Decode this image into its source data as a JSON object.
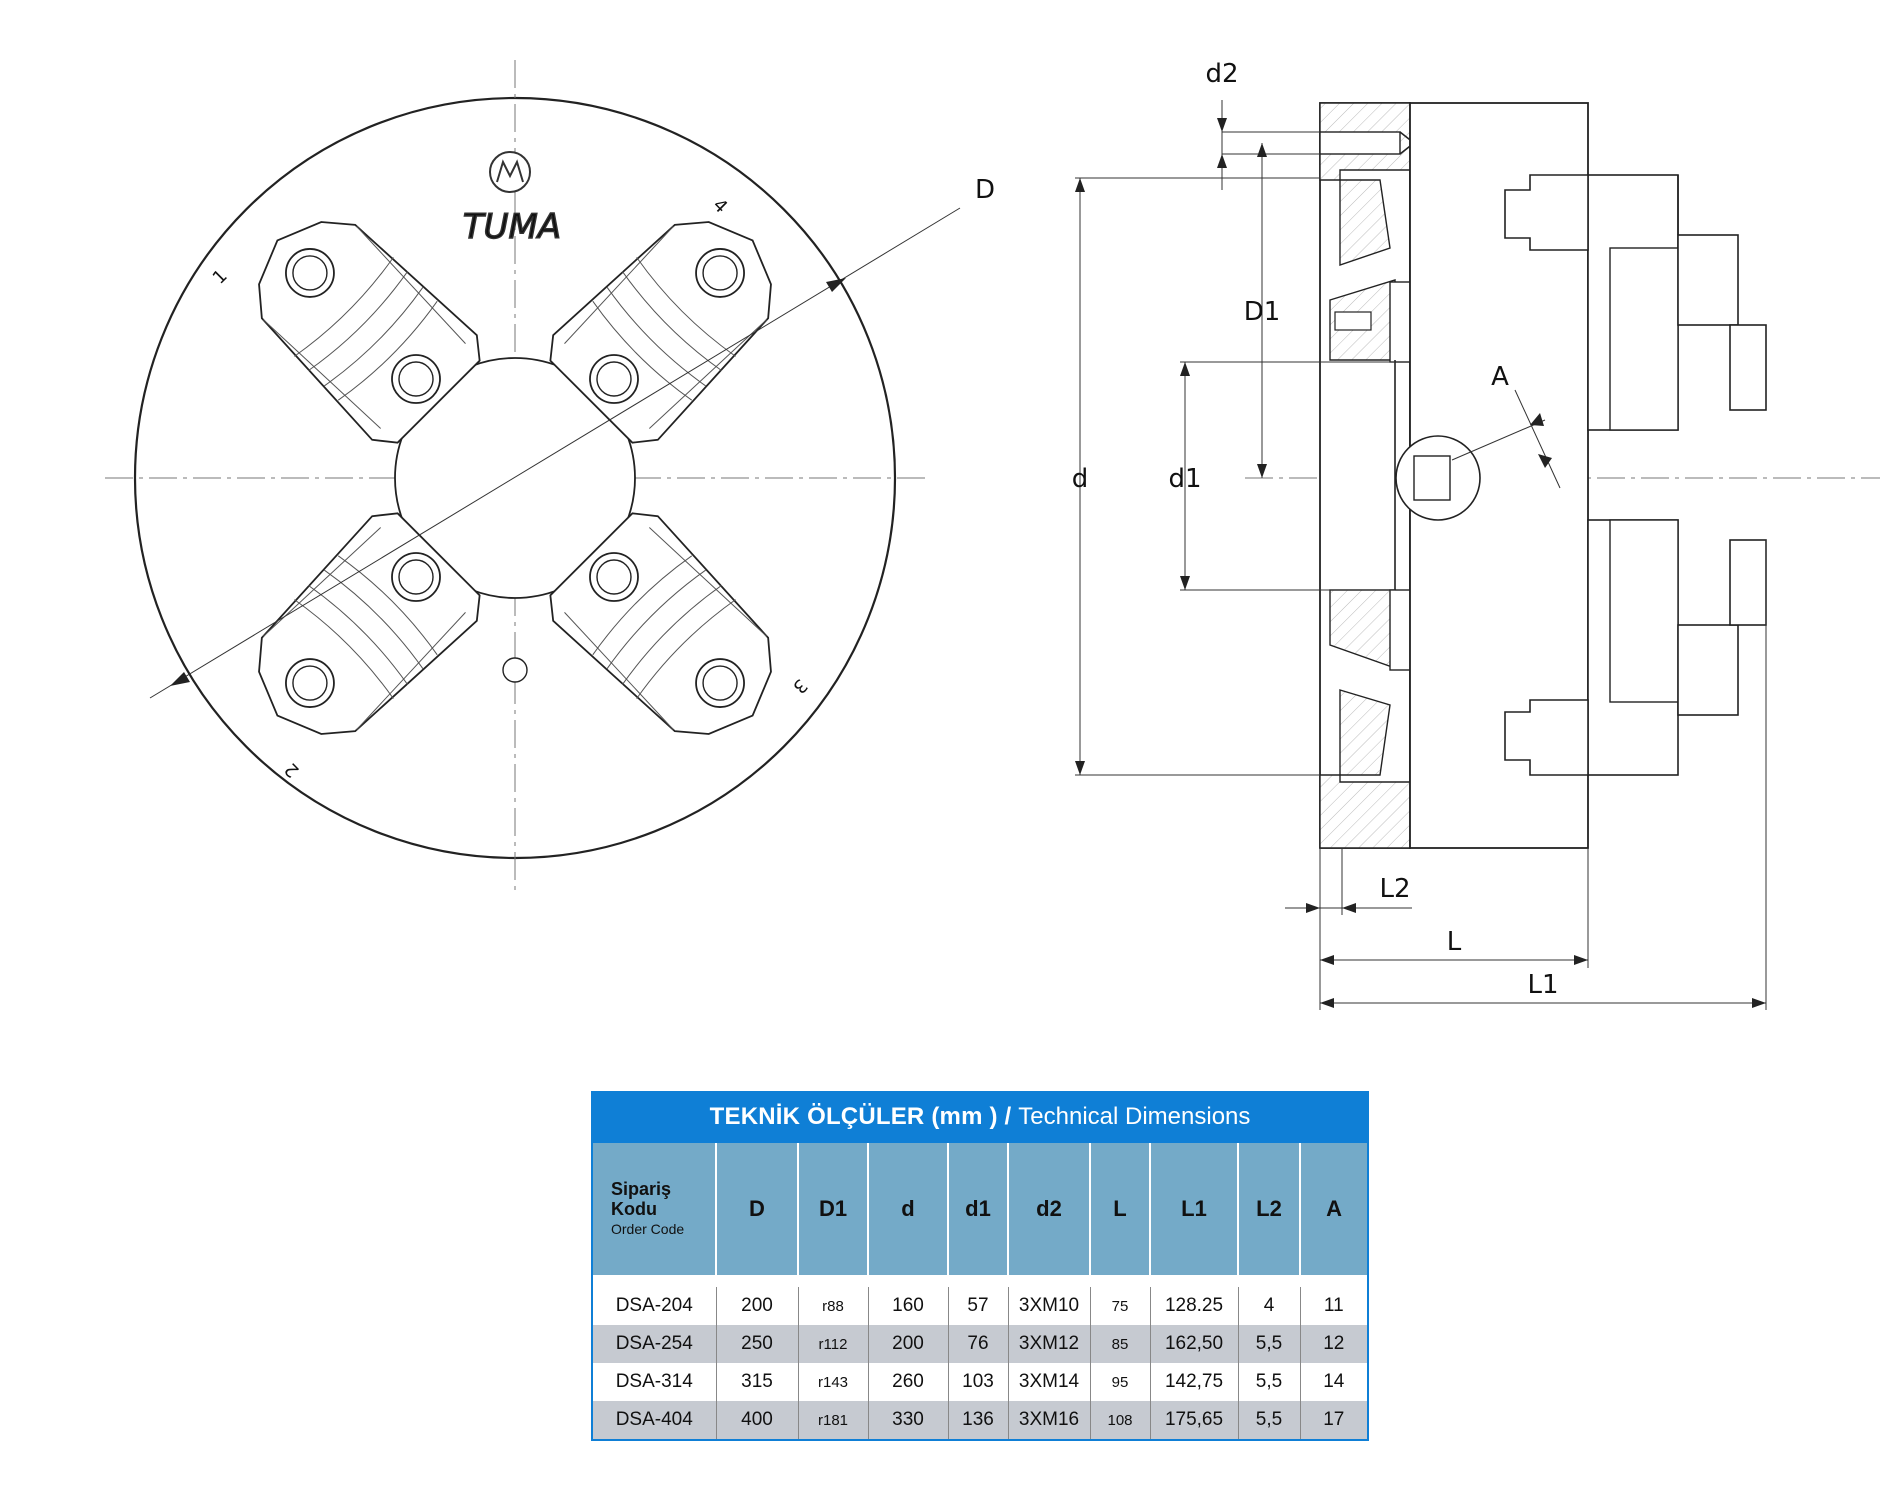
{
  "drawing": {
    "logo_text": "TUMA",
    "jaw_numbers": [
      "1",
      "2",
      "3",
      "4"
    ],
    "dimension_labels": {
      "D": "D",
      "D1": "D1",
      "d": "d",
      "d1": "d1",
      "d2": "d2",
      "A": "A",
      "L": "L",
      "L1": "L1",
      "L2": "L2"
    }
  },
  "table": {
    "title_tr": "TEKNİK ÖLÇÜLER (mm )",
    "title_sep": " / ",
    "title_en": "Technical Dimensions",
    "order_code_header_tr_1": "Sipariş",
    "order_code_header_tr_2": "Kodu",
    "order_code_header_en": "Order Code",
    "columns": [
      "D",
      "D1",
      "d",
      "d1",
      "d2",
      "L",
      "L1",
      "L2",
      "A"
    ],
    "rows": [
      {
        "code": "DSA-204",
        "D": "200",
        "D1": "r88",
        "d": "160",
        "d1": "57",
        "d2": "3XM10",
        "L": "75",
        "L1": "128.25",
        "L2": "4",
        "A": "11"
      },
      {
        "code": "DSA-254",
        "D": "250",
        "D1": "r112",
        "d": "200",
        "d1": "76",
        "d2": "3XM12",
        "L": "85",
        "L1": "162,50",
        "L2": "5,5",
        "A": "12"
      },
      {
        "code": "DSA-314",
        "D": "315",
        "D1": "r143",
        "d": "260",
        "d1": "103",
        "d2": "3XM14",
        "L": "95",
        "L1": "142,75",
        "L2": "5,5",
        "A": "14"
      },
      {
        "code": "DSA-404",
        "D": "400",
        "D1": "r181",
        "d": "330",
        "d1": "136",
        "d2": "3XM16",
        "L": "108",
        "L1": "175,65",
        "L2": "5,5",
        "A": "17"
      }
    ]
  }
}
